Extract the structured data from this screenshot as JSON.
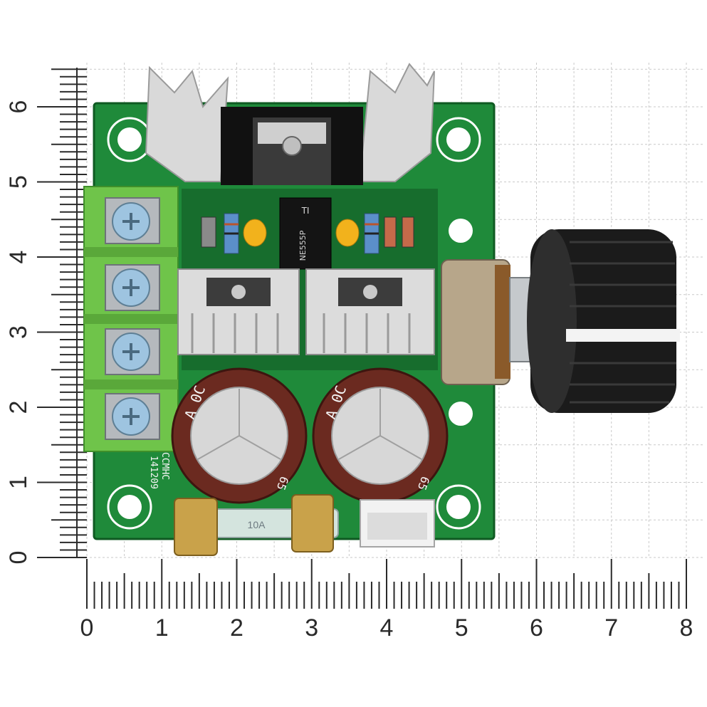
{
  "ruler": {
    "vertical_labels": [
      "0",
      "1",
      "2",
      "3",
      "4",
      "5",
      "6"
    ],
    "horizontal_labels": [
      "0",
      "1",
      "2",
      "3",
      "4",
      "5",
      "6",
      "7",
      "8"
    ]
  },
  "board": {
    "silkscreen_lines": [
      "CCMHC",
      "141209"
    ],
    "capacitor_marking": "A 0C",
    "capacitor_marking_rotated": "65",
    "chip_label": "NE555P",
    "chip_logo_text": "TI",
    "fuse_label": "10A"
  },
  "colors": {
    "pcb": "#1f8a3a",
    "pcb_dark": "#176d2d",
    "terminal_block": "#6fc44a",
    "capacitor_body": "#6b2a20",
    "heatsink": "#d9d9d9",
    "knob": "#1b1b1b"
  }
}
